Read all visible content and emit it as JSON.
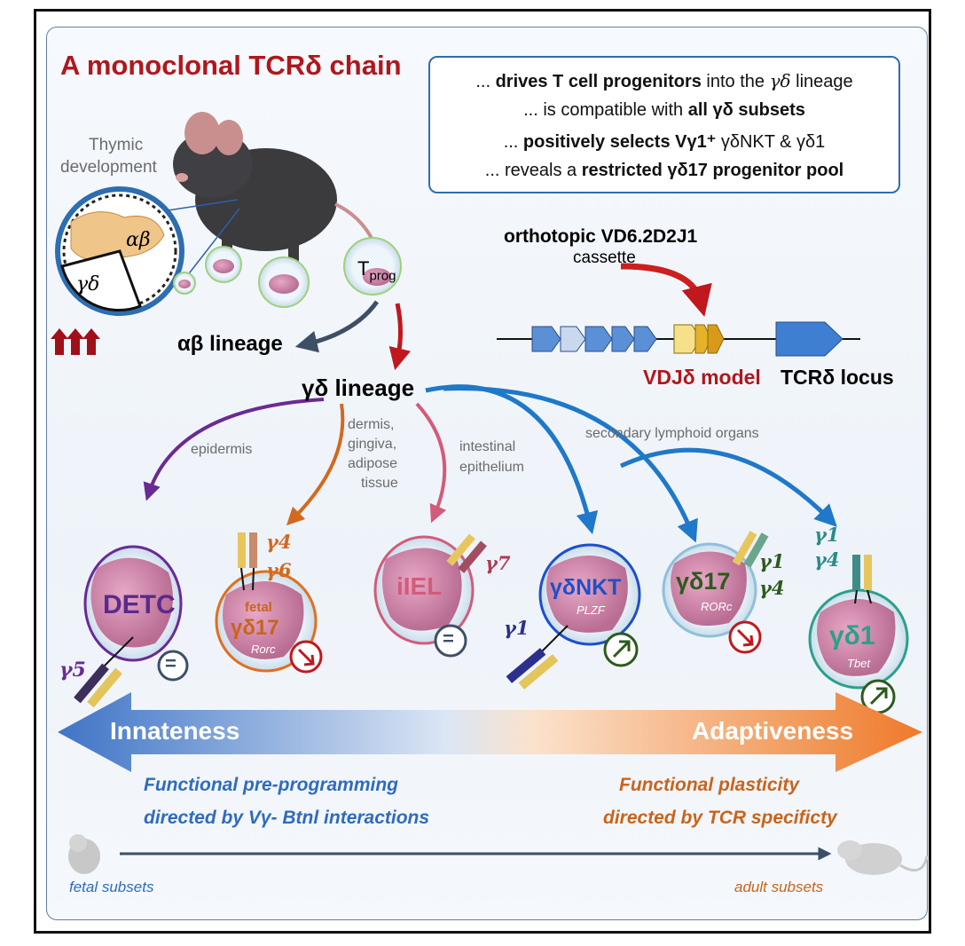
{
  "title": "A monoclonal TCRδ chain",
  "summary": {
    "line1_a": "... ",
    "line1_b": "drives T cell progenitors",
    "line1_c": " into the ",
    "line1_d": "γδ",
    "line1_e": " lineage",
    "line2_a": "... is compatible with ",
    "line2_b": "all γδ subsets",
    "line3_a": "... ",
    "line3_b": "positively selects Vγ1⁺",
    "line3_c": " γδNKT & γδ1",
    "line4_a": "... reveals a ",
    "line4_b": "restricted γδ17 progenitor pool"
  },
  "thymus": {
    "label_line1": "Thymic",
    "label_line2": "development",
    "ab": "αβ",
    "gd": "γδ",
    "tprog_main": "T",
    "tprog_sub": "prog"
  },
  "lineages": {
    "ab": "αβ lineage",
    "gd": "γδ lineage"
  },
  "construct": {
    "label_bold": "orthotopic VD6.2D2J1",
    "label_sub": "cassette",
    "model": "VDJδ model",
    "locus": "TCRδ locus"
  },
  "tissues": {
    "epidermis": "epidermis",
    "dermis_1": "dermis,",
    "dermis_2": "gingiva,",
    "dermis_3": "adipose",
    "dermis_4": "tissue",
    "intestinal_1": "intestinal",
    "intestinal_2": "epithelium",
    "secondary": "secondary lymphoid organs"
  },
  "cells": [
    {
      "name": "DETC",
      "sub": "",
      "chains": [
        "γ5"
      ],
      "trend": "="
    },
    {
      "name": "γδ17",
      "pre": "fetal",
      "sub": "Rorc",
      "chains": [
        "γ4",
        "γ6"
      ],
      "trend": "down"
    },
    {
      "name": "iIEL",
      "sub": "",
      "chains": [
        "γ7"
      ],
      "trend": "="
    },
    {
      "name": "γδNKT",
      "sub": "PLZF",
      "chains": [
        "γ1"
      ],
      "trend": "up"
    },
    {
      "name": "γδ17",
      "sub": "RORc",
      "chains": [
        "γ1",
        "γ4"
      ],
      "trend": "down"
    },
    {
      "name": "γδ1",
      "sub": "Tbet",
      "chains": [
        "γ1",
        "γ4"
      ],
      "trend": "up"
    }
  ],
  "axis": {
    "left_label": "Innateness",
    "right_label": "Adaptiveness",
    "left_desc_1": "Functional pre-programming",
    "left_desc_2": "directed by Vγ- Btnl interactions",
    "right_desc_1": "Functional plasticity",
    "right_desc_2": "directed by TCR specificty",
    "fetal": "fetal subsets",
    "adult": "adult subsets"
  },
  "colors": {
    "title_red": "#b0171c",
    "blue": "#2f6bbd",
    "orange": "#e06f1e",
    "purple": "#6a2a94",
    "pink": "#d35b7a",
    "dark_green": "#2c5a1c"
  }
}
